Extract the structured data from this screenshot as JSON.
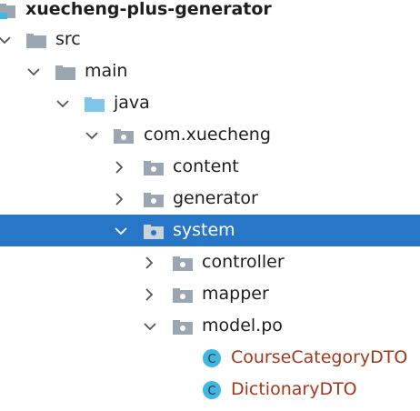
{
  "project_tree": {
    "root": {
      "label": "xuecheng-plus-generator",
      "icon": "module-folder-icon",
      "expanded": true
    },
    "nodes": [
      {
        "label": "src",
        "icon": "folder-icon",
        "expanded": true
      },
      {
        "label": "main",
        "icon": "folder-icon",
        "expanded": true
      },
      {
        "label": "java",
        "icon": "source-root-folder-icon",
        "expanded": true
      },
      {
        "label": "com.xuecheng",
        "icon": "package-icon",
        "expanded": true
      },
      {
        "label": "content",
        "icon": "package-icon",
        "expanded": false
      },
      {
        "label": "generator",
        "icon": "package-icon",
        "expanded": false
      },
      {
        "label": "system",
        "icon": "package-icon",
        "expanded": true,
        "selected": true
      },
      {
        "label": "controller",
        "icon": "package-icon",
        "expanded": false
      },
      {
        "label": "mapper",
        "icon": "package-icon",
        "expanded": false
      },
      {
        "label": "model.po",
        "icon": "package-icon",
        "expanded": true
      },
      {
        "label": "CourseCategoryDTO",
        "icon": "class-icon"
      },
      {
        "label": "DictionaryDTO",
        "icon": "class-icon"
      }
    ]
  },
  "colors": {
    "selection_background": "#2876c8",
    "class_text": "#a3371a",
    "folder_icon": "#9aa7b0",
    "source_folder_icon": "#7ec6e8",
    "class_icon": "#40b6e0"
  }
}
